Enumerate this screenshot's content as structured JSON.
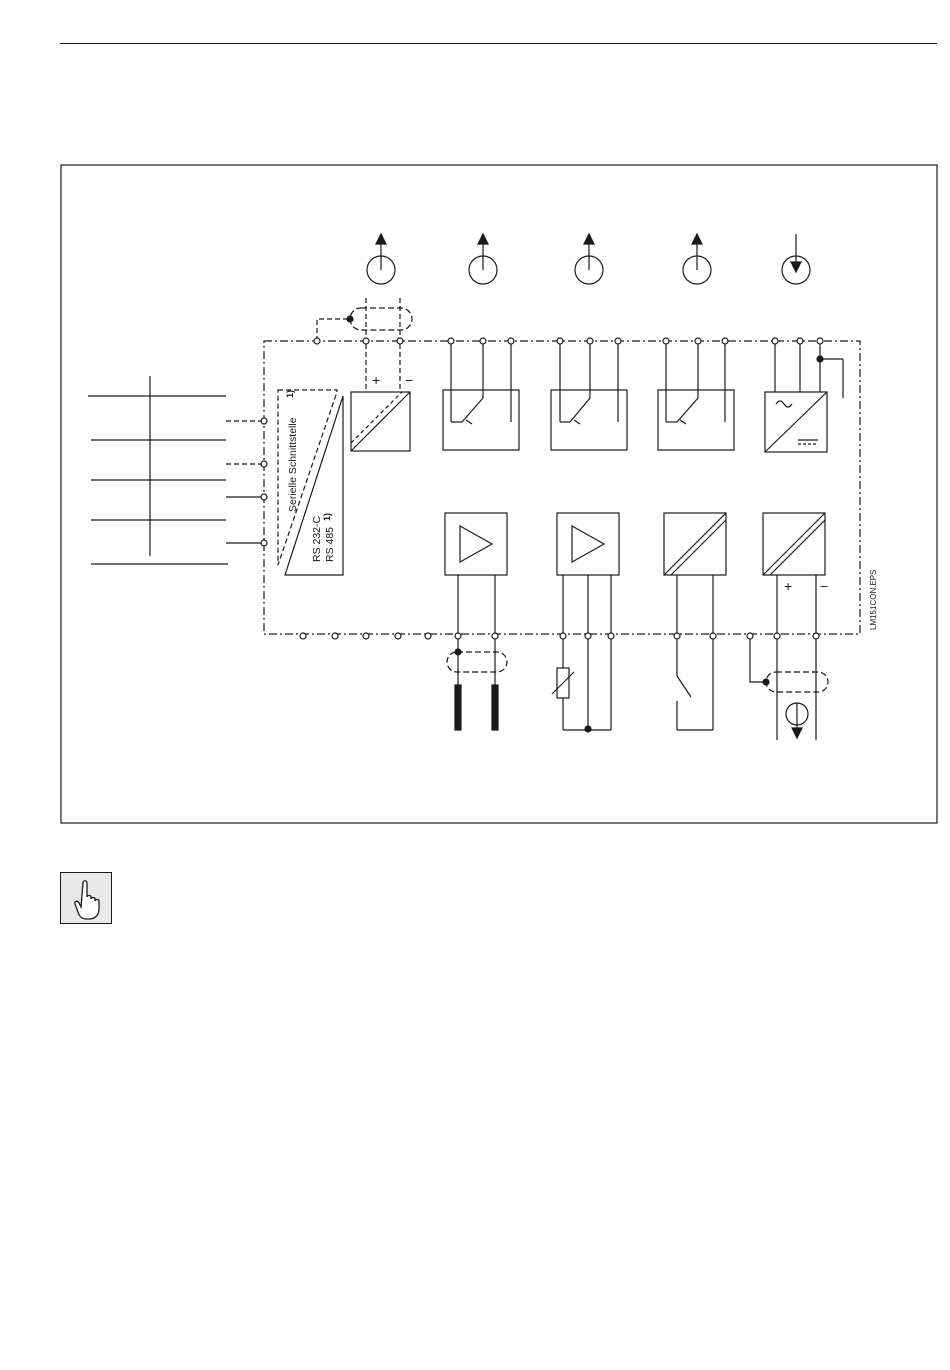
{
  "diagram": {
    "serial_interface_label": "Serielle Schnittstelle",
    "serial_interface_footnote": "1)",
    "rs232_label": "RS 232-C",
    "rs485_label": "RS 485",
    "rs_footnote": "1)",
    "analog_input_plus": "+",
    "analog_input_minus": "−",
    "analog_output_plus": "+",
    "analog_output_minus": "−",
    "file_tag": "LM151CON.EPS"
  },
  "note": {
    "icon": "pointing-hand-icon"
  },
  "colors": {
    "line": "#1a1a1a",
    "icon_bg": "#e8e8e8"
  }
}
